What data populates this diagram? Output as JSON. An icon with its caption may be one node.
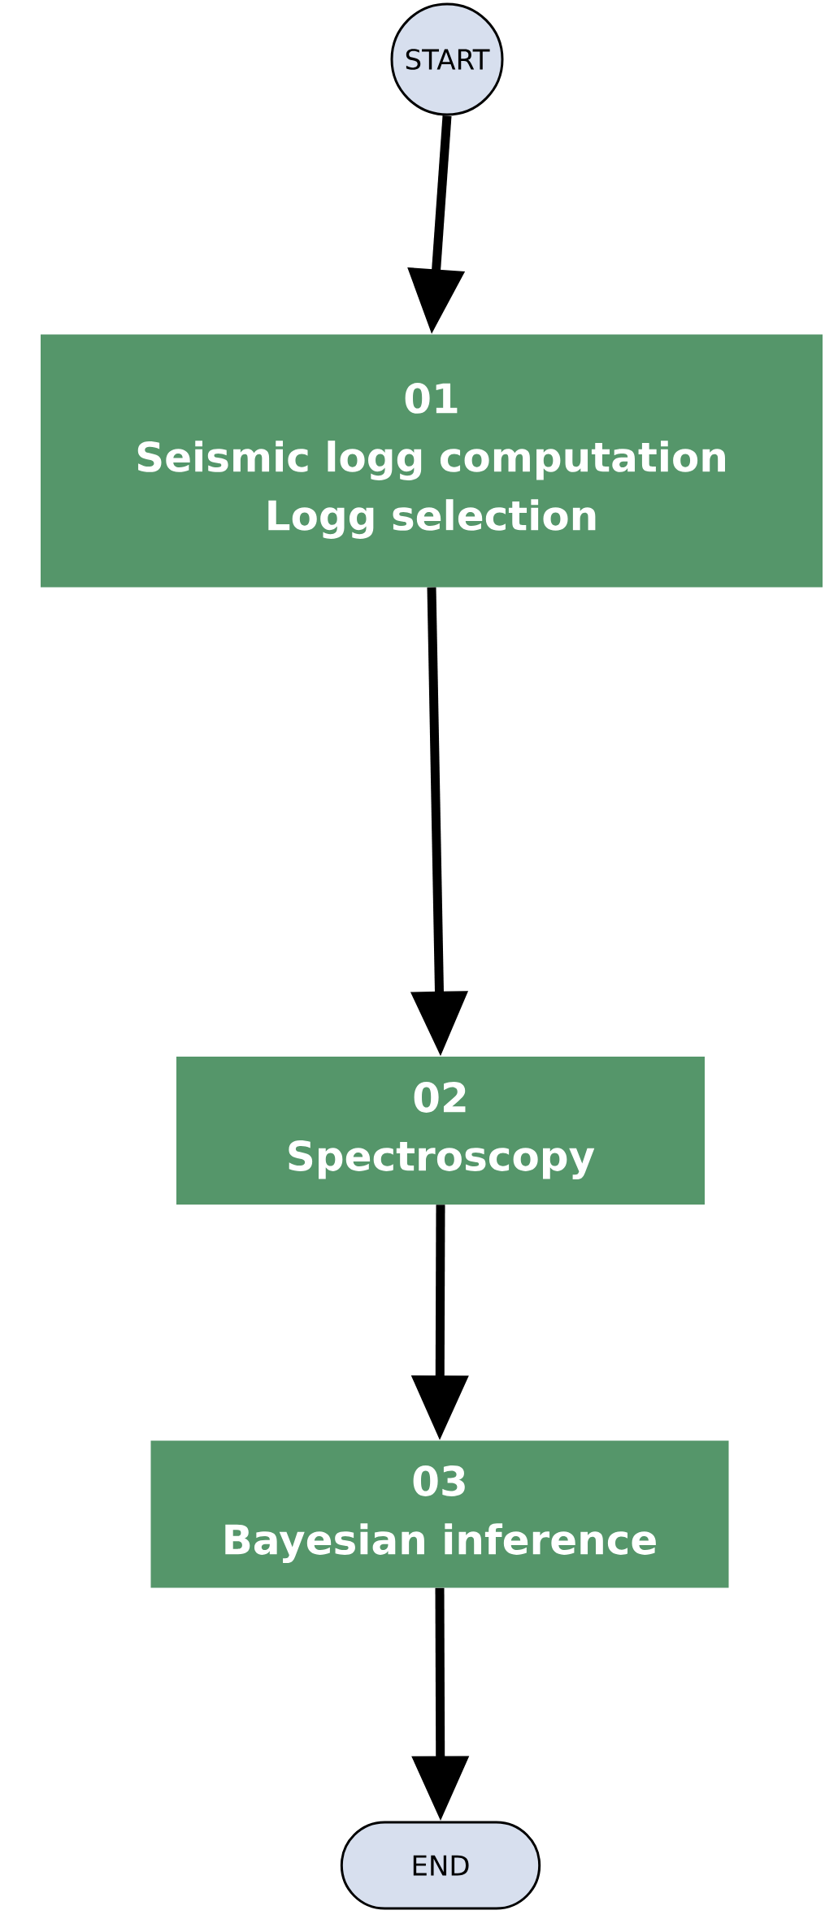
{
  "diagram": {
    "nodes": [
      {
        "text": [
          "START"
        ]
      },
      {
        "text": [
          "01",
          "Seismic logg computation",
          "Logg selection"
        ]
      },
      {
        "text": [
          "02",
          "Spectroscopy"
        ]
      },
      {
        "text": [
          "03",
          "Bayesian inference"
        ]
      },
      {
        "text": [
          "END"
        ]
      }
    ],
    "edges": [
      {
        "from": 0,
        "to": 1,
        "arrow": "to"
      },
      {
        "from": 1,
        "to": 2,
        "arrow": "to"
      },
      {
        "from": 2,
        "to": 3,
        "arrow": "to"
      },
      {
        "from": 3,
        "to": 4,
        "arrow": "to"
      }
    ]
  }
}
